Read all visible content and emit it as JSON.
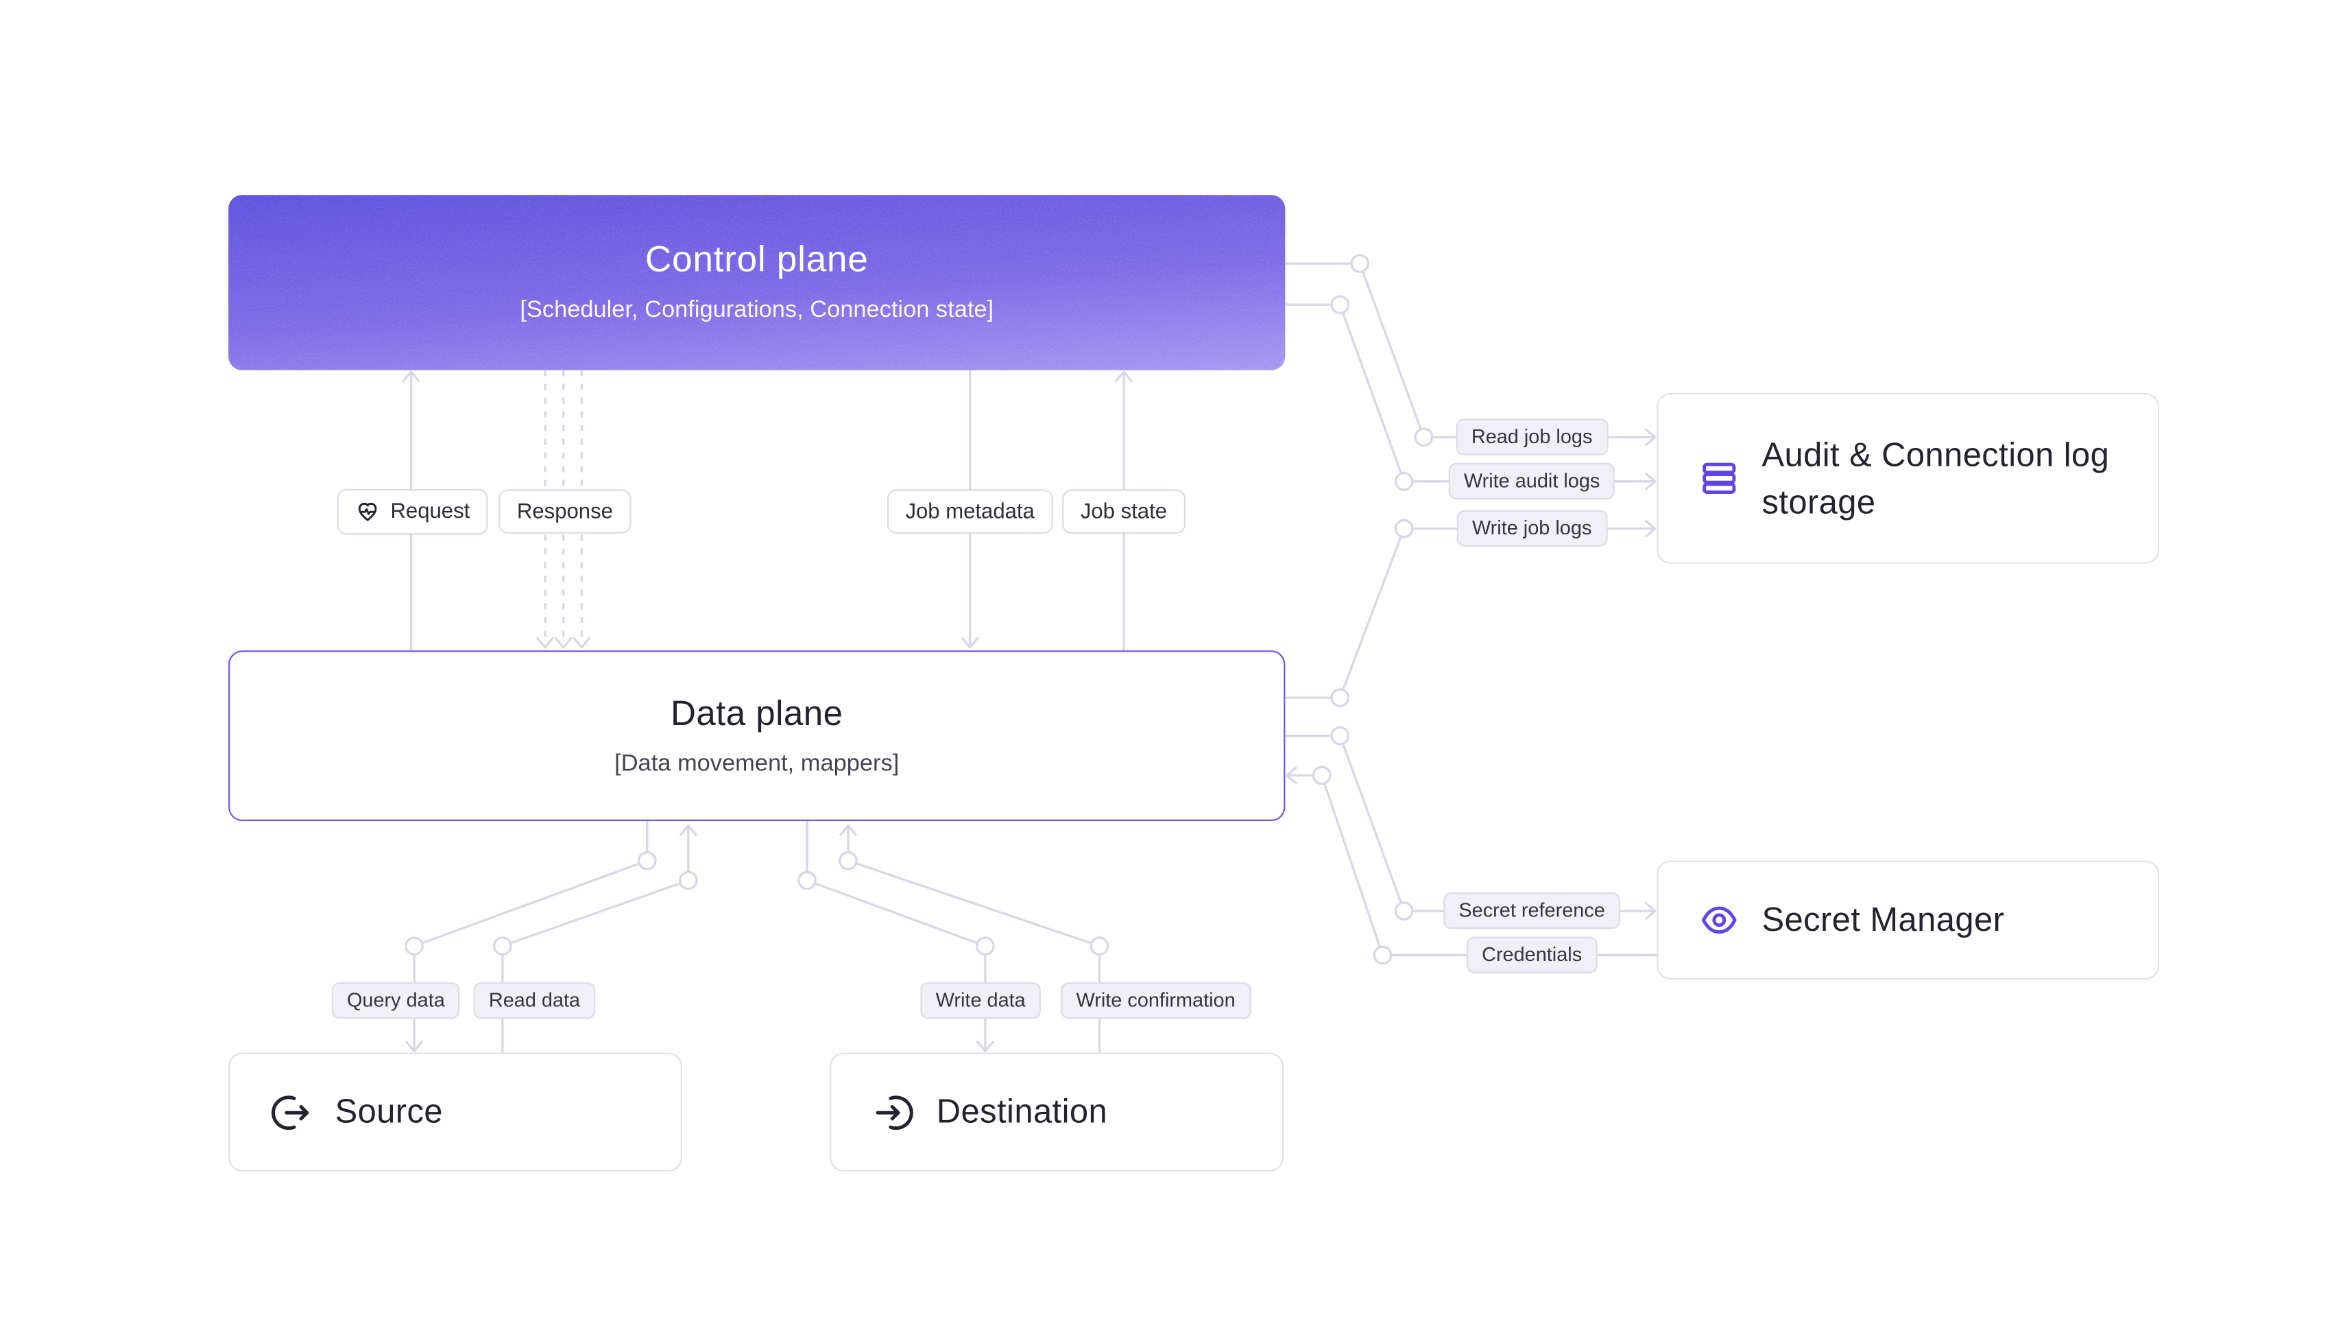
{
  "nodes": {
    "control_plane": {
      "title": "Control plane",
      "subtitle": "[Scheduler, Configurations, Connection state]"
    },
    "data_plane": {
      "title": "Data plane",
      "subtitle": "[Data movement, mappers]"
    },
    "source": {
      "title": "Source"
    },
    "destination": {
      "title": "Destination"
    },
    "audit_log_storage": {
      "title": "Audit & Connection log storage"
    },
    "secret_manager": {
      "title": "Secret Manager"
    }
  },
  "edge_labels": {
    "request": "Request",
    "response": "Response",
    "job_metadata": "Job metadata",
    "job_state": "Job state",
    "read_job_logs": "Read job logs",
    "write_audit_logs": "Write audit logs",
    "write_job_logs": "Write job logs",
    "secret_reference": "Secret reference",
    "credentials": "Credentials",
    "query_data": "Query data",
    "read_data": "Read data",
    "write_data": "Write data",
    "write_confirmation": "Write confirmation"
  },
  "icons": {
    "request": "heart-pulse-icon",
    "source": "arrow-out-circle-icon",
    "destination": "arrow-in-circle-icon",
    "audit_log_storage": "database-icon",
    "secret_manager": "eye-icon"
  },
  "colors": {
    "control_plane_gradient_top": "#5b50dc",
    "control_plane_gradient_bottom": "#a495f1",
    "data_plane_border": "#7452f5",
    "node_border": "#e1e0ee",
    "connector": "#d8d7e8",
    "pill_background": "#f1f0f9",
    "pill_border": "#dcdbea",
    "accent_icon": "#5f45e6",
    "text_primary": "#232230",
    "background": "#ffffff"
  }
}
